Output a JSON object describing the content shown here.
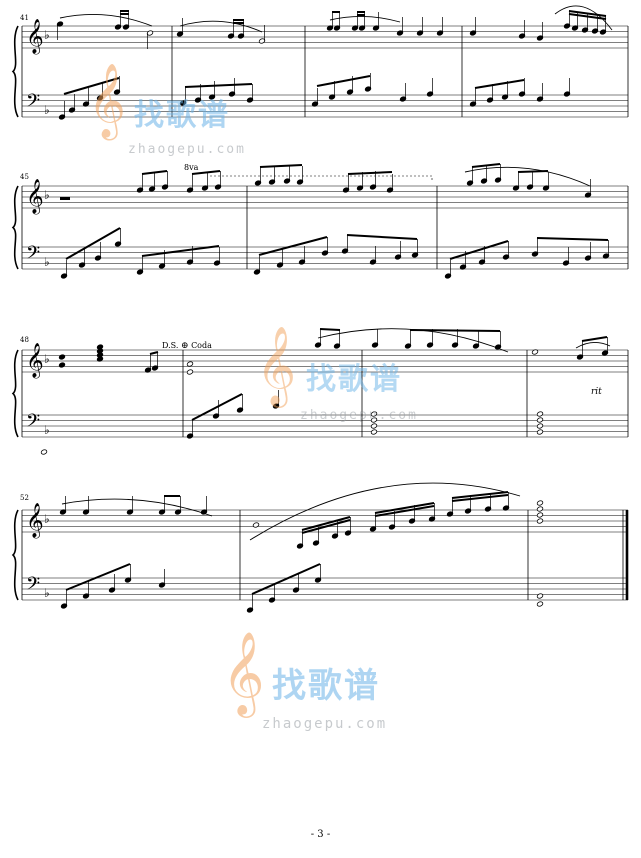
{
  "score": {
    "page_number": "- 3 -",
    "systems": [
      {
        "id": "system-1",
        "measure_start": "41"
      },
      {
        "id": "system-2",
        "measure_start": "45"
      },
      {
        "id": "system-3",
        "measure_start": "48"
      },
      {
        "id": "system-4",
        "measure_start": "52"
      }
    ],
    "markings": {
      "octave": "8va",
      "ds_coda": "D.S.",
      "coda_word": "Coda",
      "rit": "rit"
    }
  },
  "watermark": {
    "logo_text": "找歌谱",
    "url": "zhaogepu.com",
    "colors": {
      "blue": "#6cb4e8",
      "orange": "#f2a25c",
      "gray": "#9aa0a6"
    }
  }
}
